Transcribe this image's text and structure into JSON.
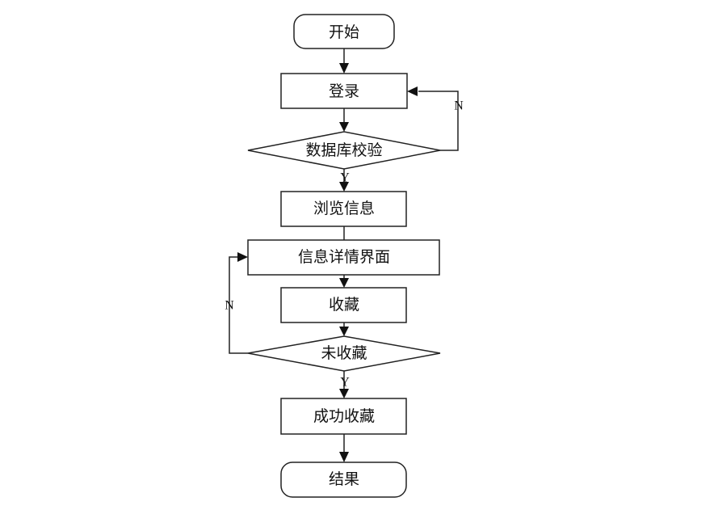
{
  "flowchart": {
    "start": "开始",
    "login": "登录",
    "db_check": "数据库校验",
    "browse": "浏览信息",
    "detail": "信息详情界面",
    "favorite": "收藏",
    "not_favorited": "未收藏",
    "success": "成功收藏",
    "end": "结果",
    "edge_yes": "Y",
    "edge_no": "N"
  },
  "colors": {
    "line": "#222222",
    "fill": "#ffffff",
    "text": "#111111"
  }
}
